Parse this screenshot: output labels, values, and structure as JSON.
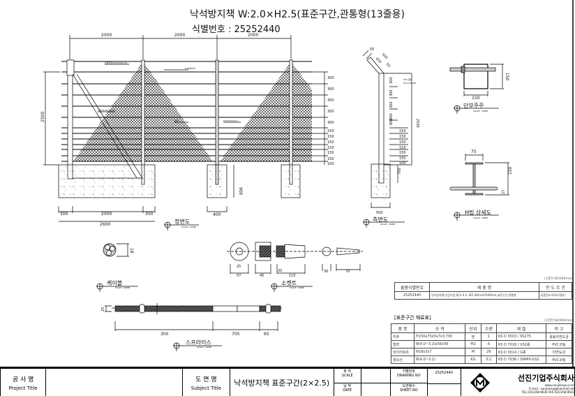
{
  "title": {
    "main": "낙석방지책 W:2.0×H2.5(표준구간,관통형(13줄용)",
    "id_line": "식별번호 : 25252440"
  },
  "front_view": {
    "label": "정면도",
    "scale": "SCALE : NONE",
    "top_dims": [
      "2000",
      "2000",
      "2000"
    ],
    "height_dim": "2500",
    "foundation_depth": "900",
    "foundation_width": "400",
    "bottom_dims": [
      "300",
      "2000",
      "300"
    ],
    "total_width": "2600",
    "right_dims": [
      "300",
      "300",
      "300",
      "300",
      "300",
      "150",
      "150",
      "150",
      "150",
      "150",
      "150",
      "100"
    ],
    "callouts": [
      "단부주주150x150x4.5t",
      "#18와이어",
      "지주H150x75x5x7",
      "철망",
      "H150x75x5x7"
    ]
  },
  "side_view": {
    "label": "측면도",
    "scale": "SCALE : NONE",
    "arm_dims": [
      "50",
      "500",
      "450",
      "50"
    ],
    "pvc_note": "PVC코팅",
    "mesh_note": "#4.0x56x56",
    "dims": [
      "300",
      "300",
      "300",
      "300",
      "300",
      "150",
      "150",
      "150",
      "150",
      "150",
      "150",
      "100"
    ],
    "height": "2500",
    "depth": "700",
    "width": "500"
  },
  "end_post": {
    "label": "단부주주",
    "scale": "SCALE : NONE",
    "width": "150",
    "height": "150"
  },
  "hbeam": {
    "label": "H빔 상세도",
    "scale": "SCALE : NONE",
    "flange": "75",
    "height": "150",
    "base": "27"
  },
  "cable": {
    "label": "케이블",
    "scale": "SCALE : NONE",
    "dia": "18"
  },
  "socket": {
    "label": "소켓트",
    "scale": "SCALE : NONE",
    "dims": [
      "25",
      "57",
      "45",
      "20",
      "110",
      "30",
      "70"
    ]
  },
  "splice": {
    "label": "스프라이스",
    "scale": "SCALE : NONE",
    "dia": "25",
    "dims": [
      "300",
      "705",
      "65"
    ]
  },
  "id_table": {
    "unit": "(1경간:W2000mm)",
    "headers": [
      "물품식별번호",
      "제 품 명",
      "인 도 조 건"
    ],
    "row": [
      "25252440",
      "낙석방지책,선진기업,SJ-A 0-3, W2,000×H2500mm,표준구간,관통형",
      "납품장소하차도(별1)"
    ]
  },
  "material_table": {
    "title": "[표준구간 재료표]",
    "unit": "(1경간:W2000mm)",
    "headers": [
      "품 명",
      "규 격",
      "단위",
      "수량",
      "재 질",
      "비 고"
    ],
    "rows": [
      [
        "지주",
        "H150x75x5x7x3,700",
        "본",
        "1",
        "KS D 3503 / SS275",
        "용융아연도금"
      ],
      [
        "철망",
        "Φ(4.0~3.2)x56x56",
        "M2",
        "6",
        "KS D 7018 / VS2종",
        "PVC코팅"
      ],
      [
        "와이어로프",
        "Φ18x3x7",
        "M",
        "26",
        "KS D 3514 / G종",
        "아연도금"
      ],
      [
        "결속선",
        "Φ(4.0~3.2)",
        "KG",
        "0.2",
        "KS D 7036 / SWMV-GS2",
        "PVC코팅"
      ]
    ]
  },
  "title_block": {
    "project_ko": "공 사 명",
    "project_en": "Project Title",
    "subject_ko": "도 면 명",
    "subject_en": "Subject Title",
    "subject": "낙석방지책 표준구간(2×2.5)",
    "scale_ko": "축 척",
    "scale_en": "SCALE",
    "date_ko": "날 짜",
    "date_en": "DATE",
    "drawing_ko": "식별번호",
    "drawing_en": "DRAWING NO",
    "drawing_no": "25252440",
    "sheet_ko": "도면매수",
    "sheet_en": "SHEET NO",
    "company": "선진기업주식회사",
    "web": "www.sunjinkiup.co.kr",
    "email": "E-mail : sunjinkiup@hanmail.net",
    "tel": "TEL 031)358-9630  FAX 031)358-9632"
  }
}
